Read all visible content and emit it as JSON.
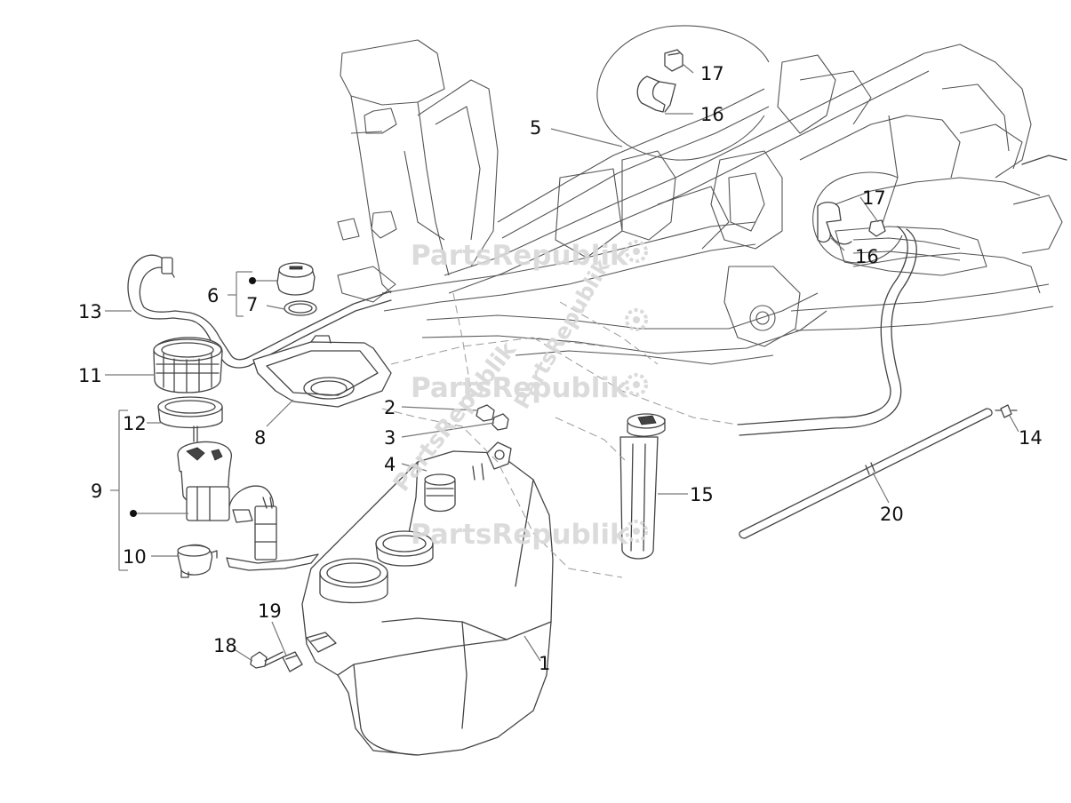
{
  "watermark": {
    "text": "PartsRepublik",
    "icon": "gear-icon",
    "color": "#d8d8d8"
  },
  "callouts": {
    "c1": "1",
    "c2": "2",
    "c3": "3",
    "c4": "4",
    "c5": "5",
    "c6": "6",
    "c7": "7",
    "c8": "8",
    "c9": "9",
    "c10": "10",
    "c11": "11",
    "c12": "12",
    "c13": "13",
    "c14": "14",
    "c15": "15",
    "c16a": "16",
    "c16b": "16",
    "c17a": "17",
    "c17b": "17",
    "c18": "18",
    "c19": "19",
    "c20": "20"
  }
}
